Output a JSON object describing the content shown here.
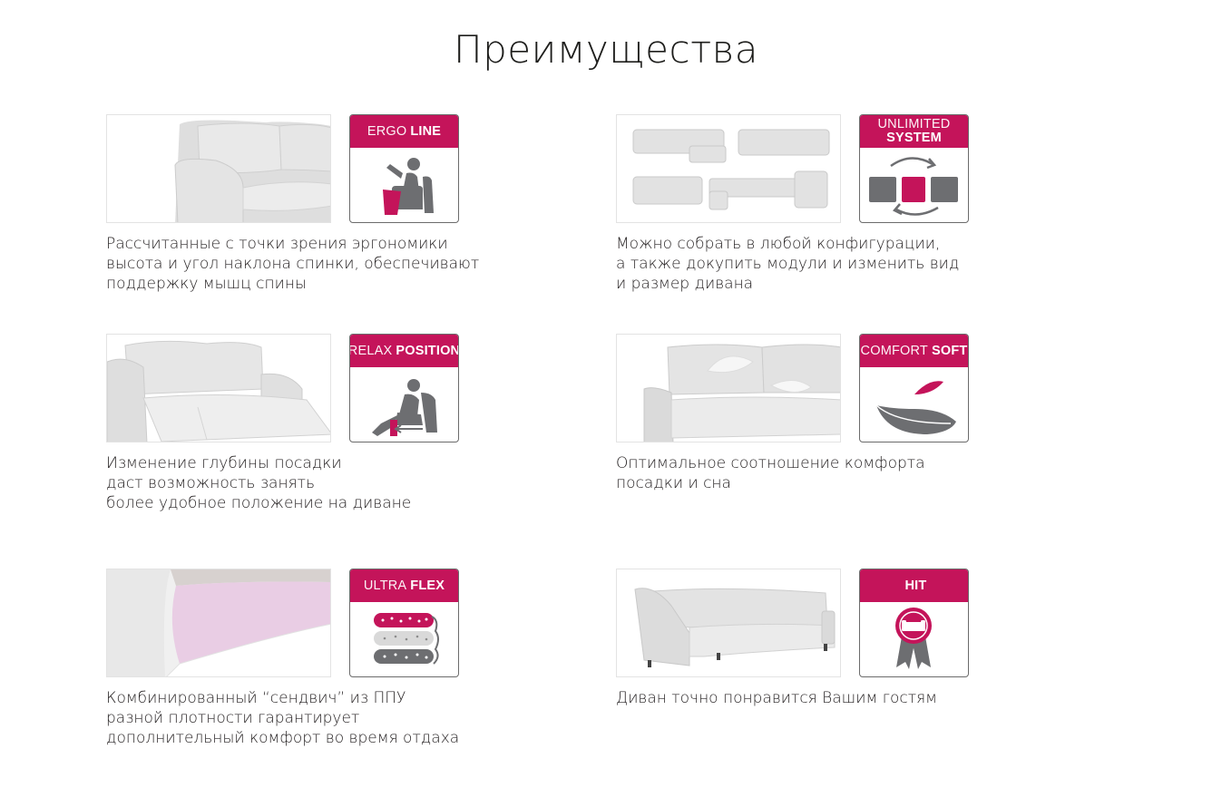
{
  "title": "Преимущества",
  "colors": {
    "accent": "#c4145a",
    "icon_gray": "#6d6e71",
    "sofa": "#dcdcdc"
  },
  "features": [
    {
      "badge_thin": "ERGO",
      "badge_bold": "LINE",
      "icon": "ergonomic-seat-icon",
      "description": "Рассчитанные с точки зрения эргономики\nвысота и угол наклона спинки, обеспечивают\nподдержку мышц спины"
    },
    {
      "badge_thin": "UNLIMITED",
      "badge_bold": "SYSTEM",
      "icon": "modules-swap-icon",
      "description": "Можно собрать в любой конфигурации,\nа также докупить модули и изменить вид\nи размер дивана"
    },
    {
      "badge_thin": "RELAX",
      "badge_bold": "POSITION",
      "icon": "recliner-icon",
      "description": "Изменение глубины посадки\nдаст возможность занять\nболее удобное положение на диване"
    },
    {
      "badge_thin": "COMFORT",
      "badge_bold": "SOFT",
      "icon": "feather-icon",
      "description": "Оптимальное соотношение комфорта\nпосадки и сна"
    },
    {
      "badge_thin": "ULTRA",
      "badge_bold": "FLEX",
      "icon": "foam-layers-icon",
      "description": "Комбинированный “сендвич” из ППУ\nразной плотности гарантирует\nдополнительный комфорт во время отдаха"
    },
    {
      "badge_thin": "",
      "badge_bold": "HIT",
      "icon": "award-ribbon-icon",
      "description": "Диван точно понравится Вашим гостям"
    }
  ]
}
